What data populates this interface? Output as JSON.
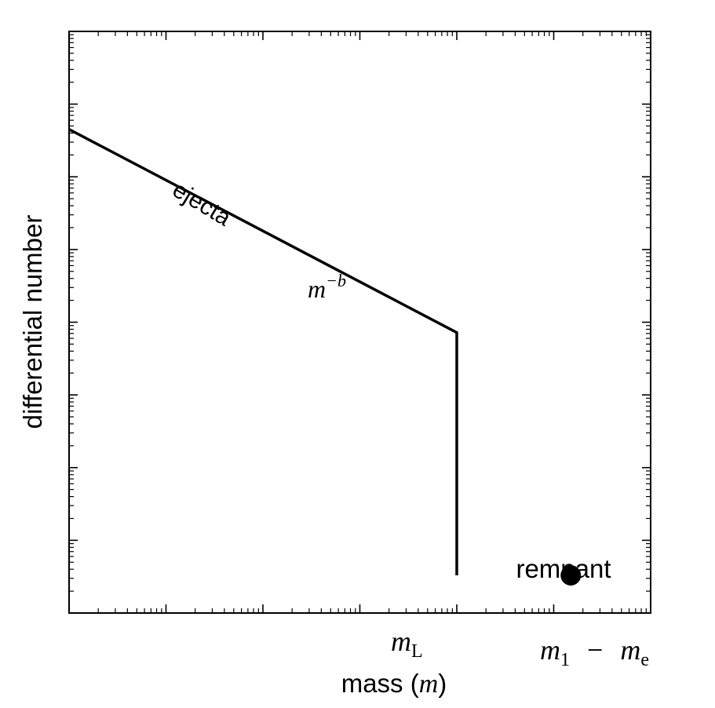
{
  "chart_data": {
    "type": "line",
    "title": "",
    "xlabel": {
      "text": "mass (",
      "variable": "m",
      "close": ")"
    },
    "ylabel": "differential number",
    "x_scale": "log",
    "y_scale": "log",
    "grid": false,
    "legend": "none",
    "series": [
      {
        "name": "ejecta",
        "points": [
          {
            "x": 0.0001,
            "y": 4.5
          },
          {
            "x": 1.0,
            "y": 0.0072
          },
          {
            "x": 1.0,
            "y": 3.3e-06
          }
        ]
      }
    ],
    "markers": [
      {
        "name": "remnant",
        "x": 15,
        "y": 3.3e-06
      }
    ],
    "annotations": {
      "ejecta_label": "ejecta",
      "slope_base": "m",
      "slope_exp": "−b",
      "remnant_label": "remnant"
    },
    "x_ticks": [
      {
        "base": "m",
        "sub": "L"
      }
    ],
    "x_ticks_right": {
      "a": "m",
      "a_sub": "1",
      "op": "−",
      "b": "m",
      "b_sub": "e"
    },
    "colors": {
      "line": "#000000",
      "marker": "#000000"
    }
  }
}
